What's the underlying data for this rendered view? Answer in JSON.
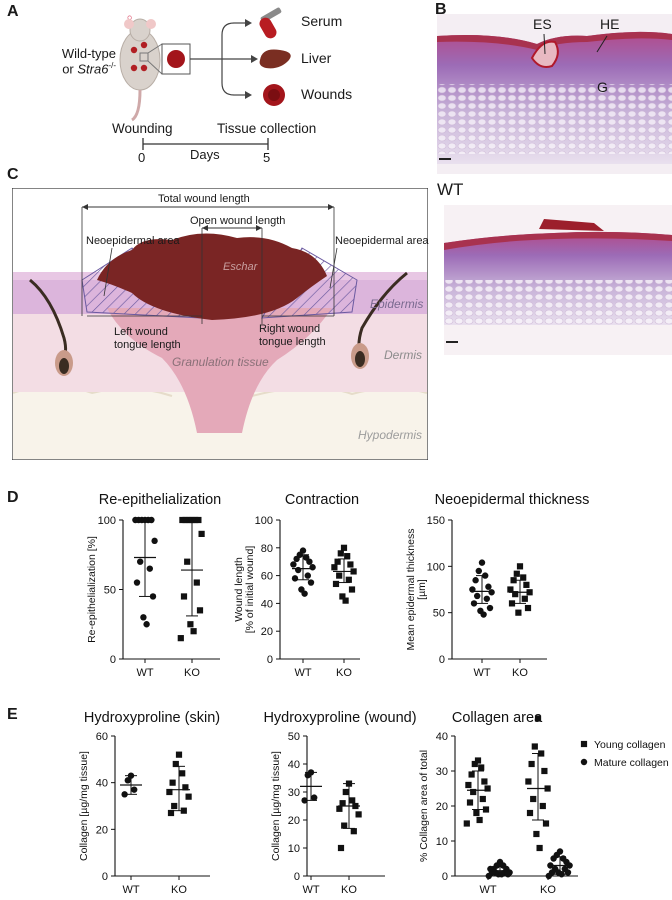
{
  "panels": {
    "a": "A",
    "b": "B",
    "c": "C",
    "d": "D",
    "e": "E"
  },
  "panel_a": {
    "subject_line1": "Wild-type",
    "subject_line2_prefix": "or ",
    "subject_line2_italic": "Stra6",
    "subject_line2_sup": "-/-",
    "female_symbol": "♀",
    "outputs": [
      "Serum",
      "Liver",
      "Wounds"
    ],
    "timeline": {
      "left": "Wounding",
      "right": "Tissue collection",
      "start": "0",
      "end": "5",
      "unit": "Days"
    }
  },
  "panel_b": {
    "labels": {
      "es": "ES",
      "he": "HE",
      "g": "G"
    },
    "group": "WT"
  },
  "panel_c": {
    "total": "Total wound length",
    "open": "Open wound length",
    "neo_left": "Neoepidermal area",
    "neo_right": "Neoepidermal area",
    "eschar": "Eschar",
    "epidermis": "Epidermis",
    "dermis": "Dermis",
    "hypodermis": "Hypodermis",
    "granulation": "Granulation tissue",
    "left_tongue_1": "Left wound",
    "left_tongue_2": "tongue length",
    "right_tongue_1": "Right wound",
    "right_tongue_2": "tongue length"
  },
  "colors": {
    "eschar": "#7a2524",
    "epidermis": "#d9b0d8",
    "dermis": "#f3dde4",
    "granulation": "#e2a9b8",
    "hypodermis": "#f8f3ea",
    "hatch": "#6b5aa0"
  },
  "chart_data": [
    {
      "type": "scatter",
      "title": "Re-epithelialization",
      "ylabel": "Re-epithelialization [%]",
      "ylim": [
        0,
        100
      ],
      "yticks": [
        0,
        50,
        100
      ],
      "categories": [
        "WT",
        "KO"
      ],
      "series": [
        {
          "name": "WT",
          "marker": "circle",
          "values": [
            100,
            100,
            100,
            100,
            100,
            100,
            85,
            70,
            65,
            55,
            45,
            30,
            25
          ],
          "mean": 73,
          "sd": [
            45,
            100
          ]
        },
        {
          "name": "KO",
          "marker": "square",
          "values": [
            100,
            100,
            100,
            100,
            100,
            100,
            90,
            70,
            55,
            45,
            35,
            25,
            20,
            15
          ],
          "mean": 64,
          "sd": [
            31,
            99
          ]
        }
      ]
    },
    {
      "type": "scatter",
      "title": "Contraction",
      "ylabel": "Wound length [% of initial wound]",
      "ylim": [
        0,
        100
      ],
      "yticks": [
        0,
        20,
        40,
        60,
        80,
        100
      ],
      "categories": [
        "WT",
        "KO"
      ],
      "series": [
        {
          "name": "WT",
          "marker": "circle",
          "values": [
            78,
            75,
            73,
            72,
            70,
            68,
            66,
            64,
            60,
            58,
            55,
            50,
            47
          ],
          "mean": 65,
          "sd": [
            57,
            75
          ]
        },
        {
          "name": "KO",
          "marker": "square",
          "values": [
            80,
            76,
            74,
            70,
            68,
            66,
            63,
            60,
            57,
            54,
            50,
            45,
            42
          ],
          "mean": 63,
          "sd": [
            55,
            72
          ]
        }
      ]
    },
    {
      "type": "scatter",
      "title": "Neoepidermal thickness",
      "ylabel": "Mean epidermal thickness [µm]",
      "ylim": [
        0,
        150
      ],
      "yticks": [
        0,
        50,
        100,
        150
      ],
      "categories": [
        "WT",
        "KO"
      ],
      "series": [
        {
          "name": "WT",
          "marker": "circle",
          "values": [
            104,
            95,
            90,
            85,
            78,
            75,
            72,
            68,
            65,
            60,
            55,
            52,
            48
          ],
          "mean": 73,
          "sd": [
            60,
            90
          ]
        },
        {
          "name": "KO",
          "marker": "square",
          "values": [
            100,
            92,
            88,
            85,
            80,
            75,
            72,
            70,
            65,
            60,
            55,
            50
          ],
          "mean": 72,
          "sd": [
            60,
            85
          ]
        }
      ]
    },
    {
      "type": "scatter",
      "title": "Hydroxyproline (skin)",
      "ylabel": "Collagen [µg/mg tissue]",
      "ylim": [
        0,
        60
      ],
      "yticks": [
        0,
        20,
        40,
        60
      ],
      "categories": [
        "WT",
        "KO"
      ],
      "series": [
        {
          "name": "WT",
          "marker": "circle",
          "values": [
            43,
            41,
            37,
            35
          ],
          "mean": 39,
          "sd": [
            35,
            43
          ]
        },
        {
          "name": "KO",
          "marker": "square",
          "values": [
            52,
            48,
            44,
            40,
            38,
            36,
            34,
            30,
            28,
            27
          ],
          "mean": 37,
          "sd": [
            28,
            47
          ]
        }
      ]
    },
    {
      "type": "scatter",
      "title": "Hydroxyproline (wound)",
      "ylabel": "Collagen [µg/mg tissue]",
      "ylim": [
        0,
        50
      ],
      "yticks": [
        0,
        10,
        20,
        30,
        40,
        50
      ],
      "categories": [
        "WT",
        "KO"
      ],
      "series": [
        {
          "name": "WT",
          "marker": "circle",
          "values": [
            37,
            36,
            28,
            27
          ],
          "mean": 32,
          "sd": [
            27,
            37
          ]
        },
        {
          "name": "KO",
          "marker": "square",
          "values": [
            33,
            30,
            27,
            26,
            25,
            24,
            22,
            18,
            16,
            10
          ],
          "mean": 25,
          "sd": [
            17,
            33
          ]
        }
      ]
    },
    {
      "type": "scatter",
      "title": "Collagen area",
      "ylabel": "% Collagen area of total",
      "ylim": [
        0,
        40
      ],
      "yticks": [
        0,
        10,
        20,
        30,
        40
      ],
      "categories": [
        "WT",
        "KO"
      ],
      "legend": [
        {
          "name": "Young collagen",
          "marker": "square"
        },
        {
          "name": "Mature collagen",
          "marker": "circle"
        }
      ],
      "series": [
        {
          "name": "Young collagen",
          "group": "WT",
          "marker": "square",
          "values": [
            33,
            32,
            31,
            29,
            27,
            26,
            25,
            24,
            22,
            21,
            19,
            18,
            16,
            15
          ],
          "mean": 24.5,
          "sd": [
            19,
            30
          ]
        },
        {
          "name": "Mature collagen",
          "group": "WT",
          "marker": "circle",
          "values": [
            4,
            3,
            3,
            2,
            2,
            2,
            1,
            1,
            1,
            1,
            0.5,
            0.5,
            0.5,
            0
          ],
          "mean": 1.5,
          "sd": [
            0,
            3
          ]
        },
        {
          "name": "Young collagen",
          "group": "KO",
          "marker": "square",
          "values": [
            45,
            37,
            35,
            32,
            30,
            27,
            25,
            22,
            20,
            18,
            15,
            12,
            8
          ],
          "mean": 25,
          "sd": [
            16,
            35
          ]
        },
        {
          "name": "Mature collagen",
          "group": "KO",
          "marker": "circle",
          "values": [
            7,
            6,
            5,
            5,
            4,
            3,
            3,
            2,
            2,
            1,
            1,
            1,
            0.5,
            0
          ],
          "mean": 3,
          "sd": [
            0.5,
            5.5
          ]
        }
      ]
    }
  ]
}
